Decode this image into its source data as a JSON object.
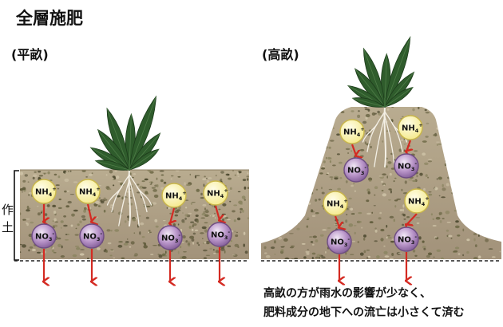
{
  "title": "全層施肥",
  "flat_label": "(平畝)",
  "raised_label": "(高畝)",
  "side_label": [
    "作",
    "土"
  ],
  "ions": {
    "ammonium": {
      "base": "NH",
      "sub": "4",
      "sup": "+"
    },
    "nitrate": {
      "base": "NO",
      "sub": "3",
      "sup": "-"
    }
  },
  "caption": [
    "高畝の方が雨水の影響が少なく、",
    "肥料成分の地下への流亡は小さくて済む"
  ],
  "colors": {
    "soil": "#a8997c",
    "ammonium_fill": "#fbf4b0",
    "ammonium_stroke": "#c9b64a",
    "nitrate_fill": "#a07cb0",
    "nitrate_stroke": "#6e4d82",
    "arrow": "#d42a22",
    "leaf": "#2f5c2c"
  }
}
